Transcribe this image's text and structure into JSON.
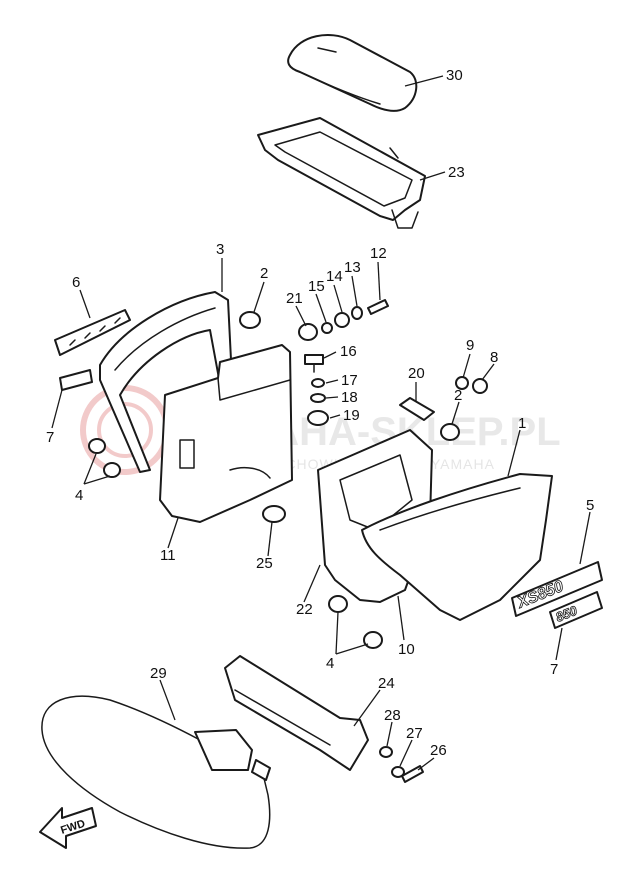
{
  "watermark": {
    "text": "YAMAHA-SKLEP.PL",
    "subtitle": "WOJCIECHOWICZ DEALER YAMAHA",
    "color": "#e63b3b"
  },
  "front_arrow": {
    "label": "FWD"
  },
  "emblems": {
    "model_name": "XS850",
    "displacement": "850"
  },
  "callouts": [
    {
      "id": "c30",
      "label": "30"
    },
    {
      "id": "c23",
      "label": "23"
    },
    {
      "id": "c3",
      "label": "3"
    },
    {
      "id": "c2a",
      "label": "2"
    },
    {
      "id": "c6",
      "label": "6"
    },
    {
      "id": "c21",
      "label": "21"
    },
    {
      "id": "c15",
      "label": "15"
    },
    {
      "id": "c14",
      "label": "14"
    },
    {
      "id": "c13",
      "label": "13"
    },
    {
      "id": "c12",
      "label": "12"
    },
    {
      "id": "c16",
      "label": "16"
    },
    {
      "id": "c17",
      "label": "17"
    },
    {
      "id": "c18",
      "label": "18"
    },
    {
      "id": "c19",
      "label": "19"
    },
    {
      "id": "c20",
      "label": "20"
    },
    {
      "id": "c9",
      "label": "9"
    },
    {
      "id": "c8",
      "label": "8"
    },
    {
      "id": "c2b",
      "label": "2"
    },
    {
      "id": "c1",
      "label": "1"
    },
    {
      "id": "c7a",
      "label": "7"
    },
    {
      "id": "c4a",
      "label": "4"
    },
    {
      "id": "c11",
      "label": "11"
    },
    {
      "id": "c25",
      "label": "25"
    },
    {
      "id": "c22",
      "label": "22"
    },
    {
      "id": "c5",
      "label": "5"
    },
    {
      "id": "c7b",
      "label": "7"
    },
    {
      "id": "c10",
      "label": "10"
    },
    {
      "id": "c4b",
      "label": "4"
    },
    {
      "id": "c29",
      "label": "29"
    },
    {
      "id": "c24",
      "label": "24"
    },
    {
      "id": "c28",
      "label": "28"
    },
    {
      "id": "c27",
      "label": "27"
    },
    {
      "id": "c26",
      "label": "26"
    }
  ]
}
